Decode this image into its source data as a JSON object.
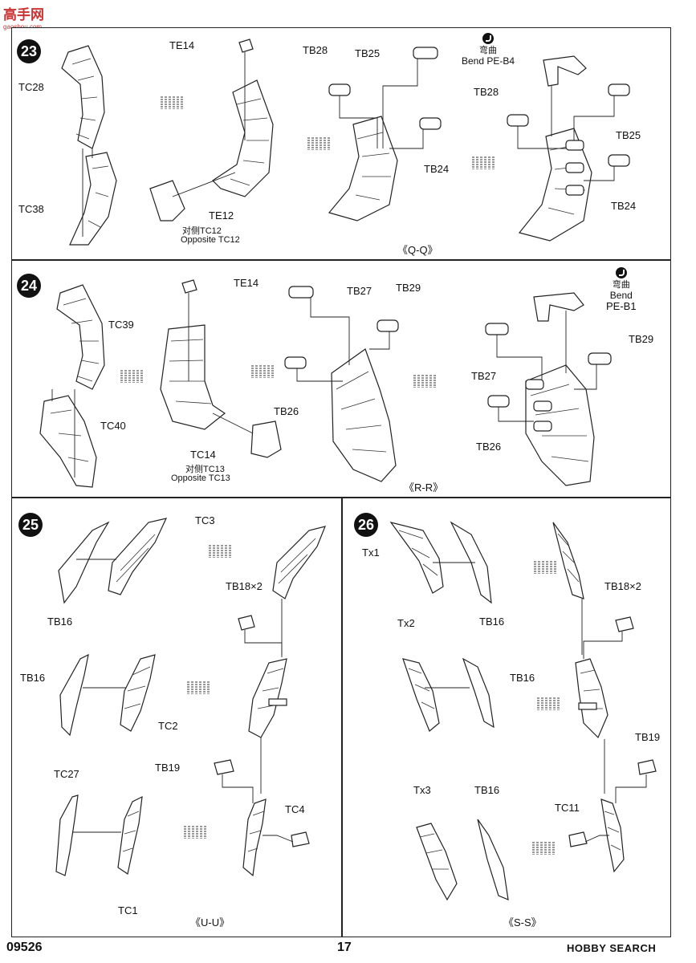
{
  "header": {
    "logo_text": "高手网",
    "logo_sub": "gaoshou.com"
  },
  "footer": {
    "code": "09526",
    "page": "17",
    "watermark": "HOBBY SEARCH"
  },
  "step23": {
    "number": "23",
    "labels": {
      "tc28": "TC28",
      "tc38": "TC38",
      "te14": "TE14",
      "te12": "TE12",
      "opp_cn": "对侧TC12",
      "opp_en": "Opposite TC12",
      "tb28a": "TB28",
      "tb25a": "TB25",
      "tb24a": "TB24",
      "tb28b": "TB28",
      "tb25b": "TB25",
      "tb24b": "TB24"
    },
    "bend": {
      "cn": "弯曲",
      "en": "Bend PE-B4"
    },
    "caption": "《Q-Q》"
  },
  "step24": {
    "number": "24",
    "labels": {
      "tc39": "TC39",
      "tc40": "TC40",
      "te14": "TE14",
      "tc14": "TC14",
      "opp_cn": "对侧TC13",
      "opp_en": "Opposite TC13",
      "tb27a": "TB27",
      "tb29a": "TB29",
      "tb26a": "TB26",
      "tb27b": "TB27",
      "tb29b": "TB29",
      "tb26b": "TB26"
    },
    "bend": {
      "cn": "弯曲",
      "en1": "Bend",
      "en2": "PE-B1"
    },
    "caption": "《R-R》"
  },
  "step25": {
    "number": "25",
    "labels": {
      "tc3": "TC3",
      "tb16a": "TB16",
      "tb18": "TB18×2",
      "tb16b": "TB16",
      "tc2": "TC2",
      "tc27": "TC27",
      "tb19": "TB19",
      "tc4": "TC4",
      "tc1": "TC1"
    },
    "caption": "《U-U》"
  },
  "step26": {
    "number": "26",
    "labels": {
      "tx1": "Tx1",
      "tb16a": "TB16",
      "tb18": "TB18×2",
      "tx2": "Tx2",
      "tb16b": "TB16",
      "tb19": "TB19",
      "tx3": "Tx3",
      "tb16c": "TB16",
      "tc11": "TC11"
    },
    "caption": "《S-S》"
  }
}
